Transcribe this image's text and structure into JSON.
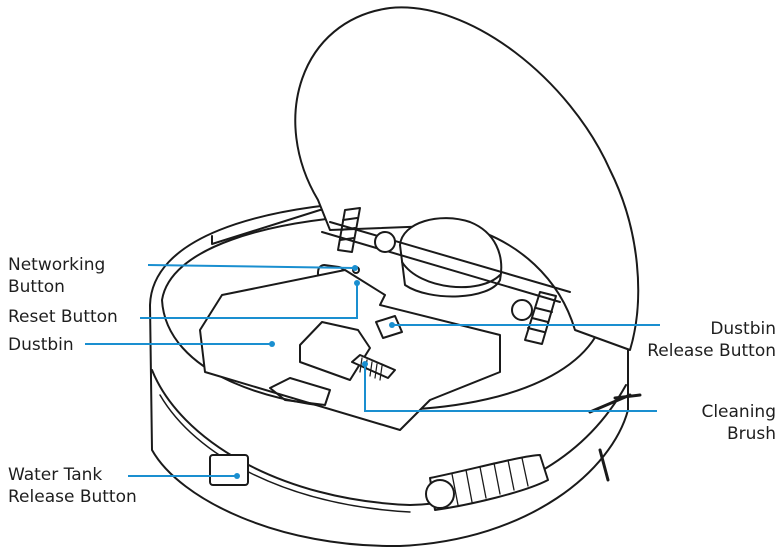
{
  "colors": {
    "leader": "#1a8fd0",
    "outline": "#1a1a1a",
    "fill": "#ffffff"
  },
  "labels": {
    "networking_button": [
      "Networking",
      "Button"
    ],
    "reset_button": [
      "Reset Button"
    ],
    "dustbin": [
      "Dustbin"
    ],
    "water_tank_release_button": [
      "Water Tank",
      "Release Button"
    ],
    "dustbin_release_button": [
      "Dustbin",
      "Release Button"
    ],
    "cleaning_brush": [
      "Cleaning",
      "Brush"
    ]
  }
}
